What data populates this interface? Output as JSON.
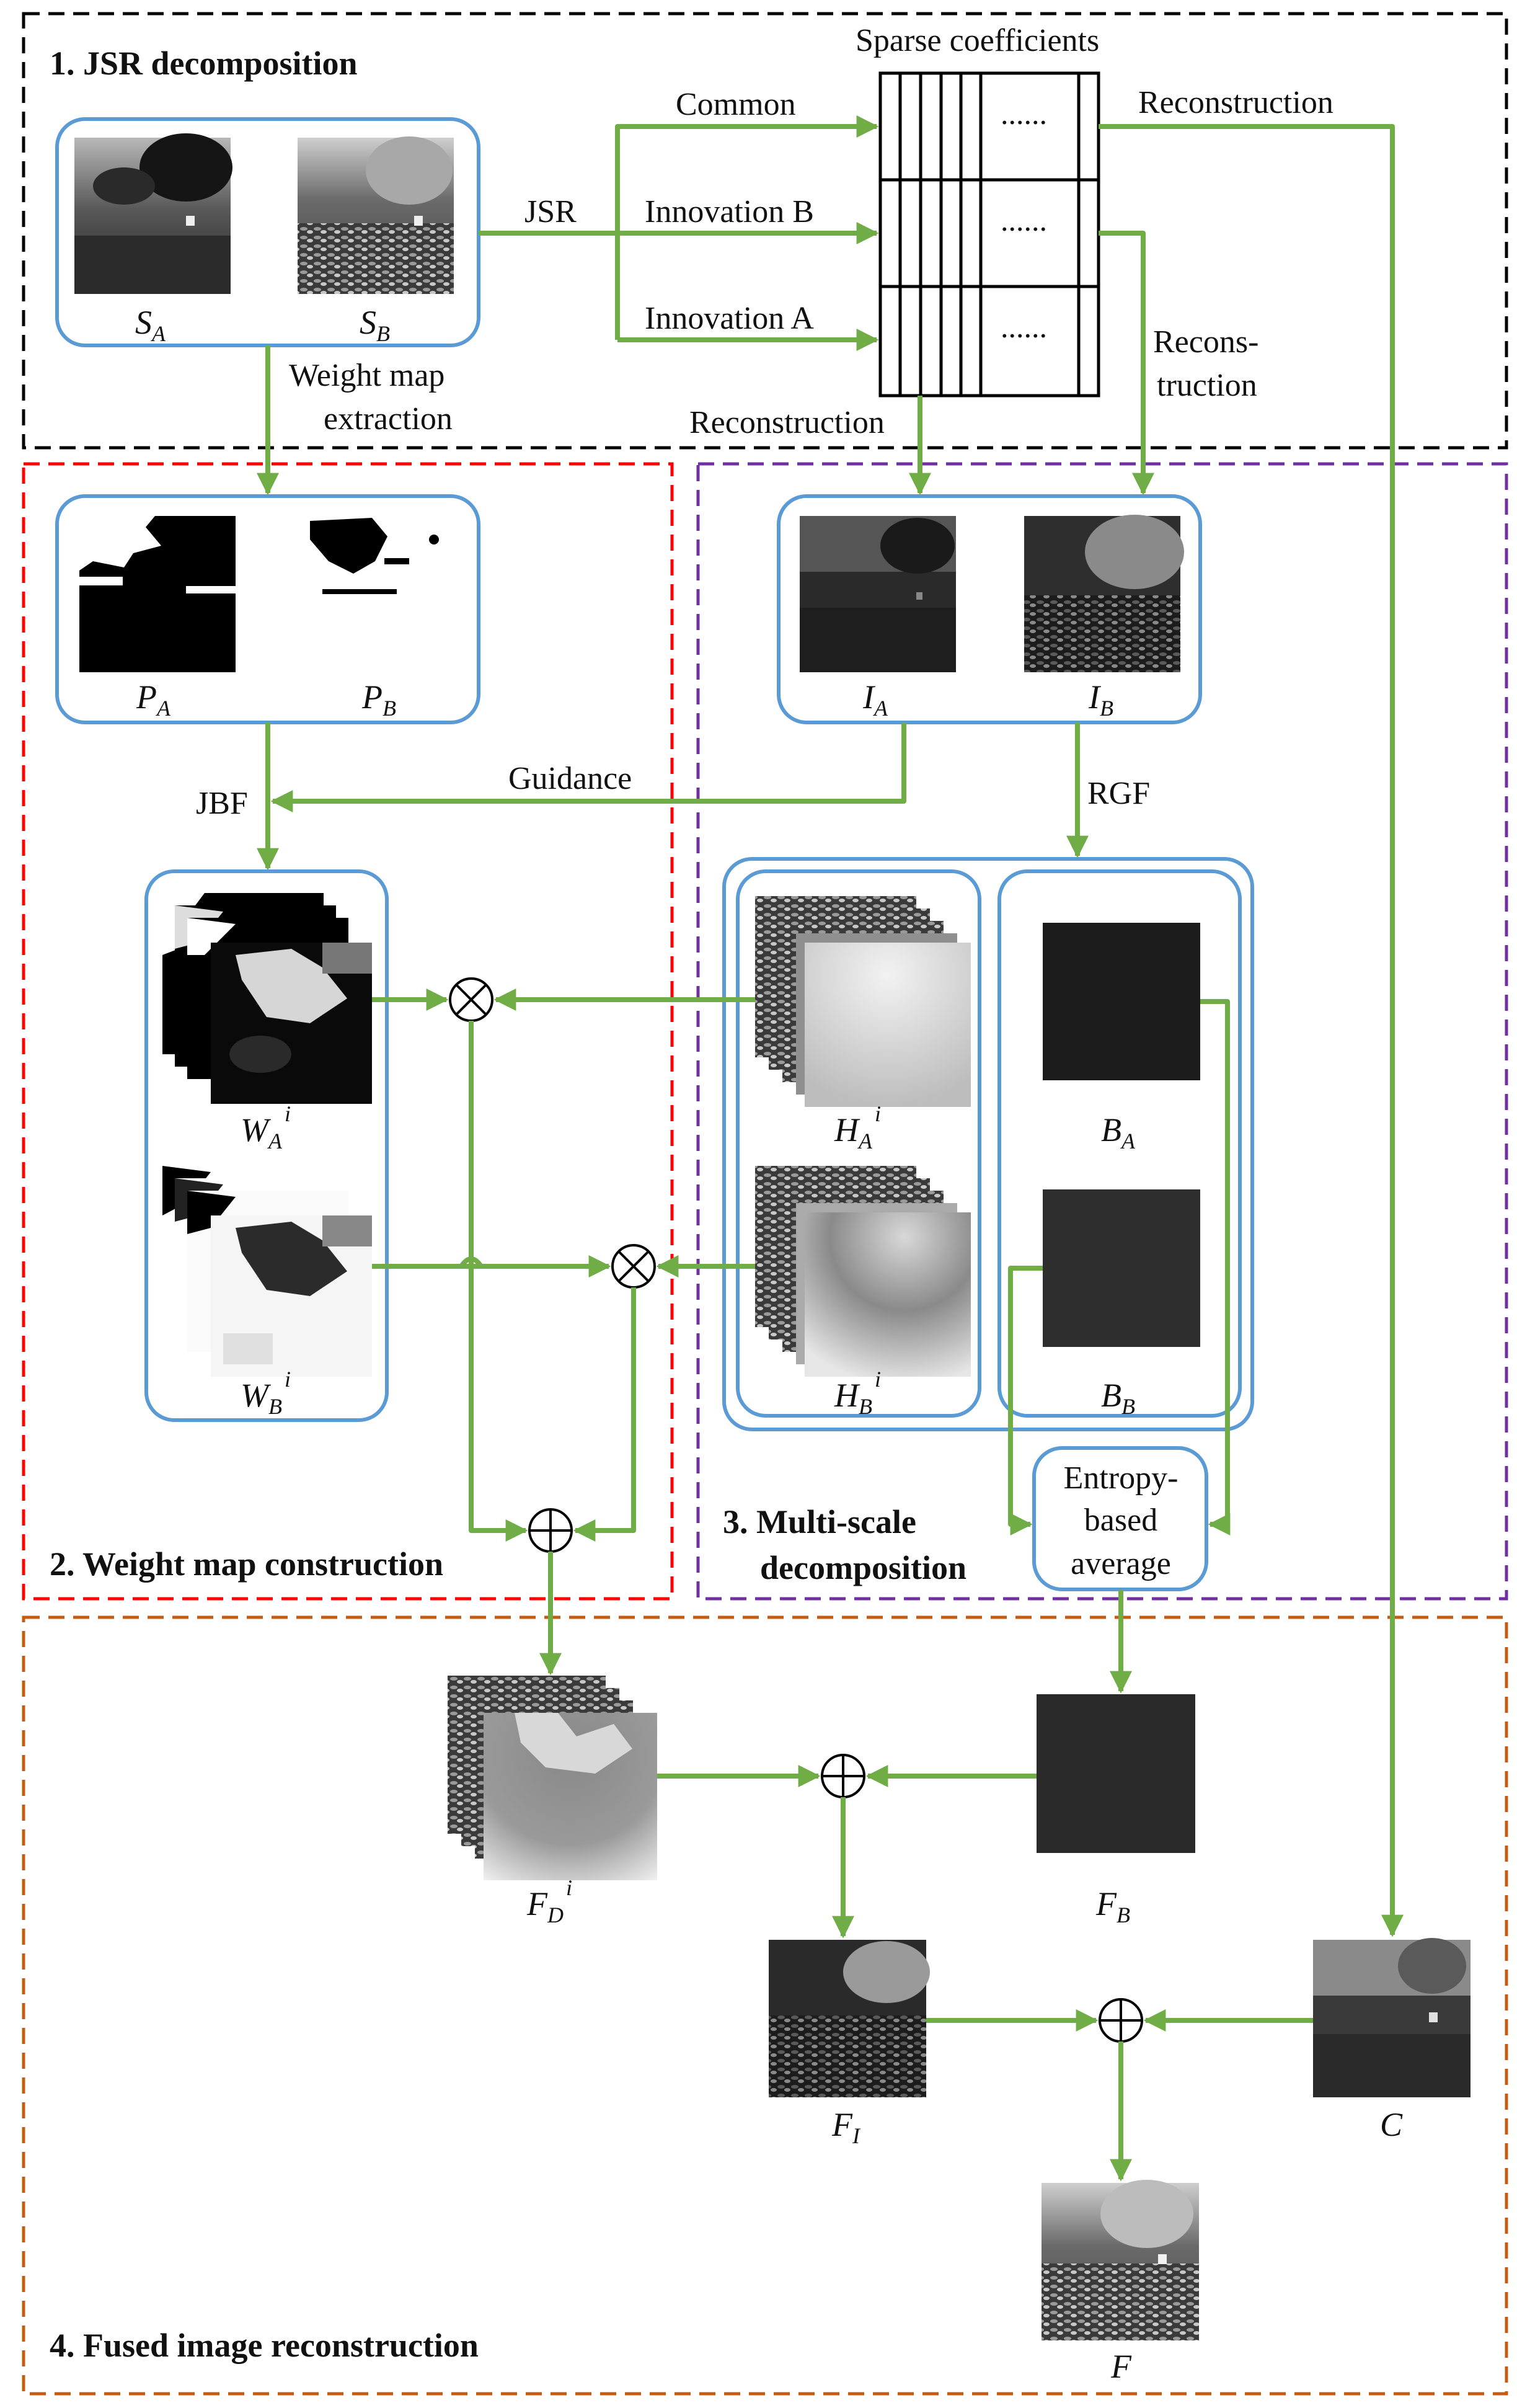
{
  "sections": {
    "s1_title": "1. JSR decomposition",
    "s2_title": "2. Weight map construction",
    "s3_title_line1": "3. Multi-scale",
    "s3_title_line2": "decomposition",
    "s4_title": "4. Fused image reconstruction"
  },
  "labels": {
    "sparse_coefficients": "Sparse coefficients",
    "common": "Common",
    "innovation_b": "Innovation B",
    "innovation_a": "Innovation A",
    "jsr": "JSR",
    "reconstruction_top": "Reconstruction",
    "reconstruction_bottom": "Reconstruction",
    "recons_line1": "Recons-",
    "recons_line2": "truction",
    "weight_map_line1": "Weight map",
    "weight_map_line2": "extraction",
    "jbf": "JBF",
    "guidance": "Guidance",
    "rgf": "RGF",
    "entropy_line1": "Entropy-",
    "entropy_line2": "based",
    "entropy_line3": "average",
    "dots": "......"
  },
  "captions": {
    "SA": {
      "base": "S",
      "sub": "A",
      "sup": ""
    },
    "SB": {
      "base": "S",
      "sub": "B",
      "sup": ""
    },
    "PA": {
      "base": "P",
      "sub": "A",
      "sup": ""
    },
    "PB": {
      "base": "P",
      "sub": "B",
      "sup": ""
    },
    "IA": {
      "base": "I",
      "sub": "A",
      "sup": ""
    },
    "IB": {
      "base": "I",
      "sub": "B",
      "sup": ""
    },
    "WA": {
      "base": "W",
      "sub": "A",
      "sup": "i"
    },
    "WB": {
      "base": "W",
      "sub": "B",
      "sup": "i"
    },
    "HA": {
      "base": "H",
      "sub": "A",
      "sup": "i"
    },
    "HB": {
      "base": "H",
      "sub": "B",
      "sup": "i"
    },
    "BA": {
      "base": "B",
      "sub": "A",
      "sup": ""
    },
    "BB": {
      "base": "B",
      "sub": "B",
      "sup": ""
    },
    "FD": {
      "base": "F",
      "sub": "D",
      "sup": "i"
    },
    "FB": {
      "base": "F",
      "sub": "B",
      "sup": ""
    },
    "FI": {
      "base": "F",
      "sub": "I",
      "sup": ""
    },
    "C": {
      "base": "C",
      "sub": "",
      "sup": ""
    },
    "F": {
      "base": "F",
      "sub": "",
      "sup": ""
    }
  },
  "colors": {
    "arrow": "#70ad47",
    "box": "#5b9bd5",
    "section1": "#000000",
    "section2": "#ff0000",
    "section3": "#7030a0",
    "section4": "#c55a11"
  }
}
